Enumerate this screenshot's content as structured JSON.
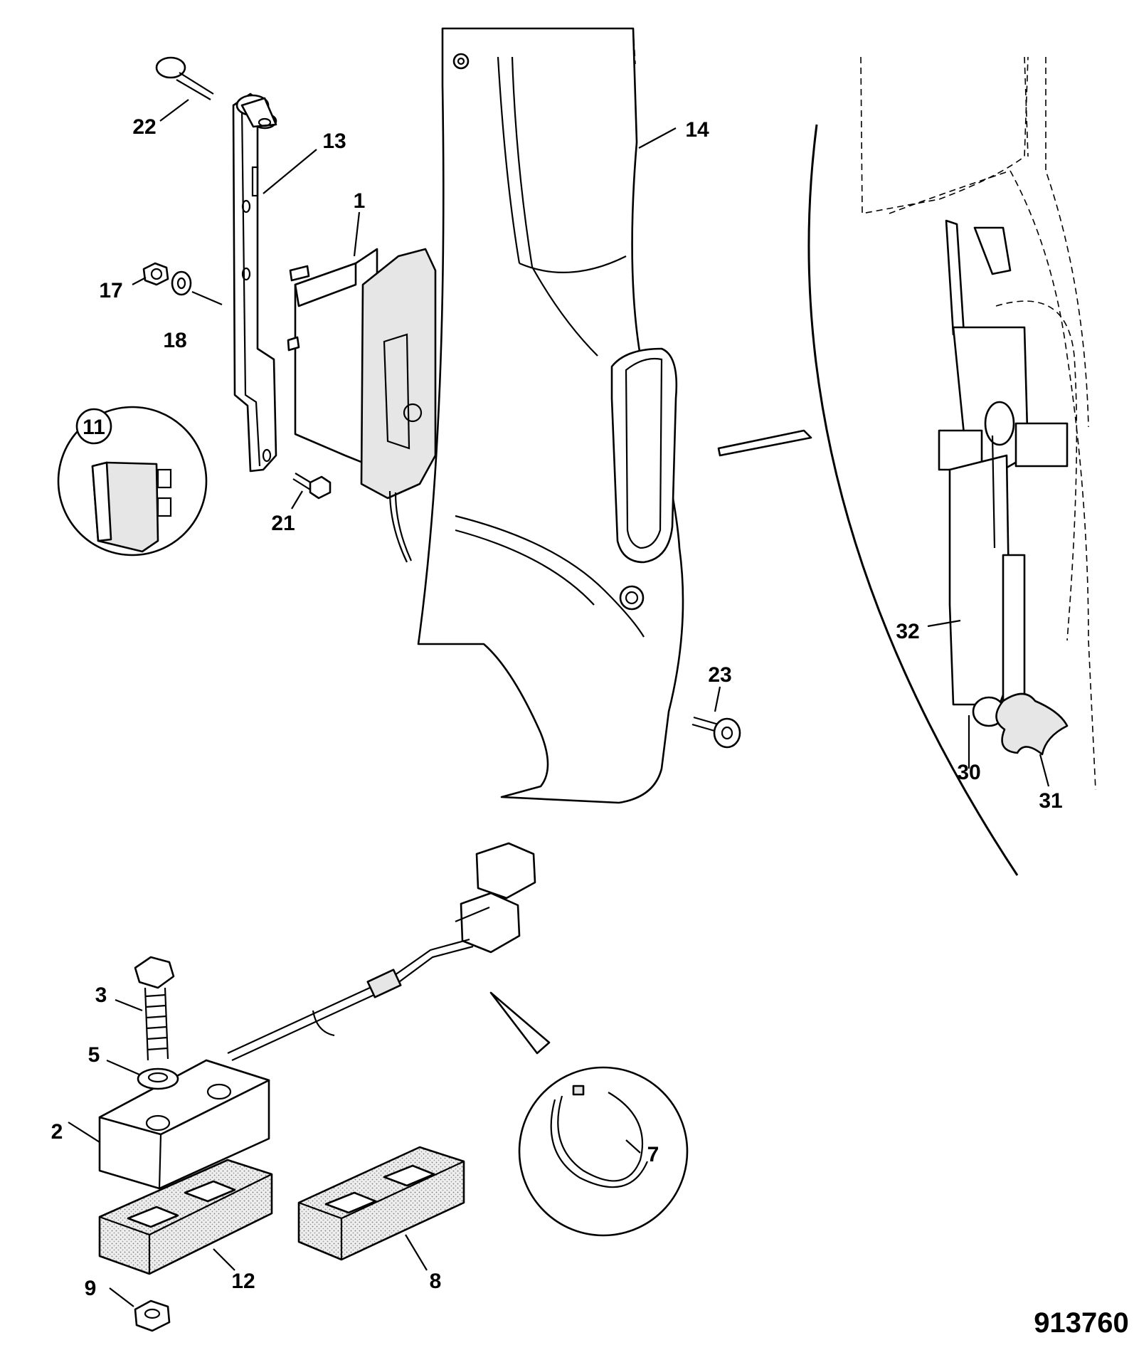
{
  "drawing": {
    "number": "913760"
  },
  "callouts": [
    {
      "id": "c1",
      "text": "1"
    },
    {
      "id": "c2",
      "text": "2"
    },
    {
      "id": "c3",
      "text": "3"
    },
    {
      "id": "c5",
      "text": "5"
    },
    {
      "id": "c7",
      "text": "7"
    },
    {
      "id": "c8",
      "text": "8"
    },
    {
      "id": "c9",
      "text": "9"
    },
    {
      "id": "c11",
      "text": "11"
    },
    {
      "id": "c12",
      "text": "12"
    },
    {
      "id": "c13",
      "text": "13"
    },
    {
      "id": "c14",
      "text": "14"
    },
    {
      "id": "c17",
      "text": "17"
    },
    {
      "id": "c18",
      "text": "18"
    },
    {
      "id": "c21",
      "text": "21"
    },
    {
      "id": "c22",
      "text": "22"
    },
    {
      "id": "c23",
      "text": "23"
    },
    {
      "id": "c30",
      "text": "30"
    },
    {
      "id": "c31",
      "text": "31"
    },
    {
      "id": "c32",
      "text": "32"
    }
  ]
}
